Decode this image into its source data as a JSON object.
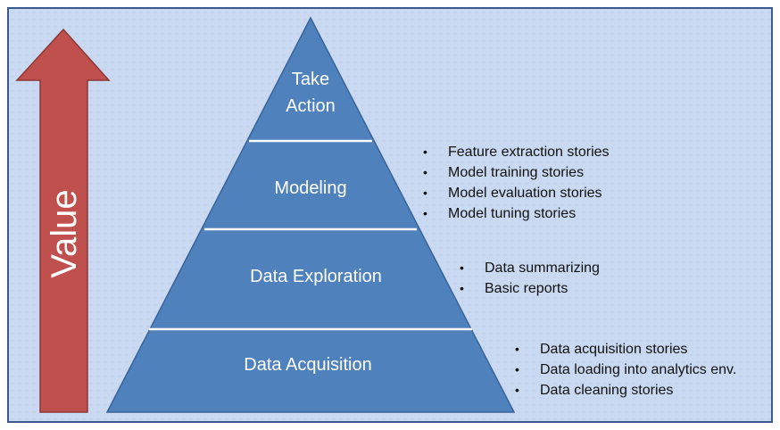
{
  "diagram": {
    "arrow_label": "Value",
    "tiers": [
      {
        "label_lines": [
          "Take",
          "Action"
        ]
      },
      {
        "label_lines": [
          "Modeling"
        ]
      },
      {
        "label_lines": [
          "Data Exploration"
        ]
      },
      {
        "label_lines": [
          "Data Acquisition"
        ]
      }
    ],
    "bullet_groups": [
      {
        "tier": "Modeling",
        "items": [
          "Feature extraction stories",
          "Model training stories",
          "Model evaluation stories",
          "Model tuning stories"
        ]
      },
      {
        "tier": "Data Exploration",
        "items": [
          "Data summarizing",
          "Basic reports"
        ]
      },
      {
        "tier": "Data Acquisition",
        "items": [
          "Data acquisition stories",
          "Data loading into analytics env.",
          "Data cleaning stories"
        ]
      }
    ],
    "bullet_symbol": "•",
    "colors": {
      "background": "#c9d9f1",
      "border": "#3a5a8f",
      "pyramid_fill": "#4f81bd",
      "pyramid_outline": "#3a6499",
      "separator": "#ffffff",
      "arrow_fill": "#c0504d",
      "arrow_outline": "#8c3836"
    }
  }
}
